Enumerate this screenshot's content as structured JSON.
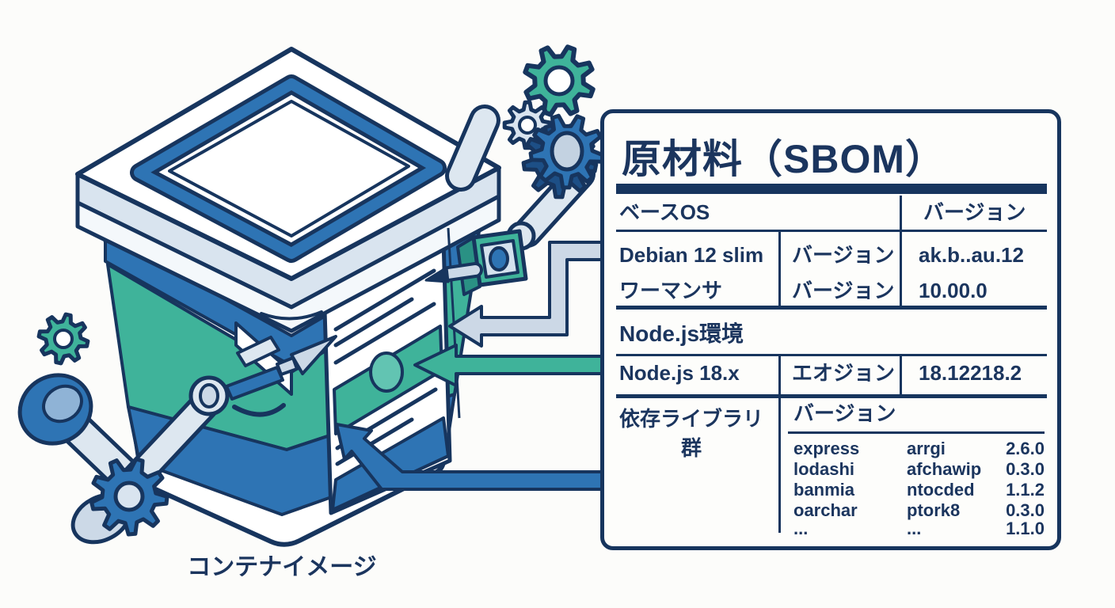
{
  "caption": "コンテナイメージ",
  "table": {
    "title": "原材料（SBOM）",
    "base_os": {
      "header_left": "ベースOS",
      "header_right": "バージョン",
      "rows": [
        {
          "name": "Debian 12 slim",
          "label": "バージョン",
          "version": "ak.b..au.12"
        },
        {
          "name": "ワーマンサ",
          "label": "バージョン",
          "version": "10.00.0"
        }
      ]
    },
    "node": {
      "section": "Node.js環境",
      "row": {
        "name": "Node.js 18.x",
        "label": "エオジョン",
        "version": "18.12218.2"
      }
    },
    "deps": {
      "cell_line1": "依存ライブラリ",
      "cell_line2": "群",
      "header": "バージョン",
      "rows": [
        {
          "name": "express",
          "pkg": "arrgi",
          "version": "2.6.0"
        },
        {
          "name": "lodashi",
          "pkg": "afchawip",
          "version": "0.3.0"
        },
        {
          "name": "banmia",
          "pkg": "ntocded",
          "version": "1.1.2"
        },
        {
          "name": "oarchar",
          "pkg": "ptork8",
          "version": "0.3.0"
        },
        {
          "name": "...",
          "pkg": "...",
          "version": "1.1.0"
        }
      ]
    }
  },
  "colors": {
    "outline_navy": "#17355e",
    "teal": "#3fb39a",
    "teal_light": "#62c4b2",
    "blue": "#2e74b4",
    "blue_dark": "#1d4f86",
    "lid_grey": "#d9e4ef",
    "arm_grey": "#dde7f0",
    "arrow_grey": "#ccd8e6",
    "paper": "#fdfdfb"
  }
}
